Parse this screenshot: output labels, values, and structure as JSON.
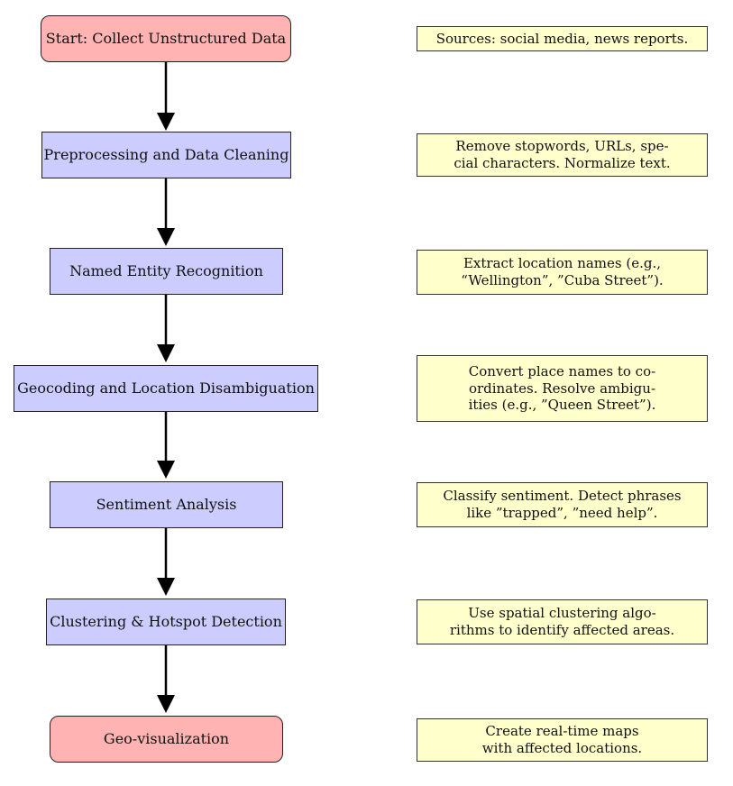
{
  "steps": [
    {
      "label": "Start: Collect Unstructured Data",
      "note": "Sources: social media, news reports."
    },
    {
      "label": "Preprocessing and Data Cleaning",
      "note": "Remove stopwords, URLs, spe-\ncial characters. Normalize text."
    },
    {
      "label": "Named Entity Recognition",
      "note": "Extract location names (e.g.,\n“Wellington”, ”Cuba Street”)."
    },
    {
      "label": "Geocoding and Location Disambiguation",
      "note": "Convert place names to co-\nordinates. Resolve ambigu-\nities (e.g., ”Queen Street”)."
    },
    {
      "label": "Sentiment Analysis",
      "note": "Classify sentiment. Detect phrases\nlike ”trapped”, ”need help”."
    },
    {
      "label": "Clustering & Hotspot Detection",
      "note": "Use spatial clustering algo-\nrithms to identify affected areas."
    },
    {
      "label": "Geo-visualization",
      "note": "Create real-time maps\nwith affected locations."
    }
  ],
  "colors": {
    "terminal_fill": "#ffb3b3",
    "process_fill": "#ccccff",
    "note_fill": "#ffffcc",
    "arrow": "#000000"
  }
}
